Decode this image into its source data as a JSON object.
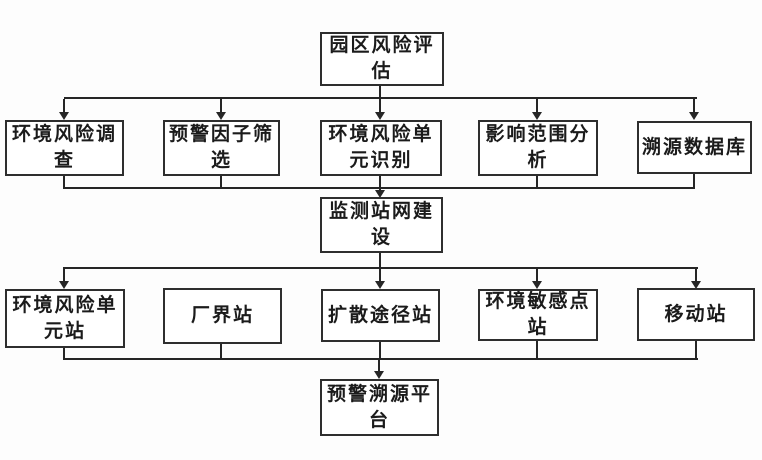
{
  "diagram": {
    "type": "flowchart",
    "colors": {
      "line": "#262626",
      "box_border": "#2e2e2e",
      "text": "#1b1b1b",
      "background": "#fdfdfd"
    },
    "nodes": {
      "park_risk_assessment": {
        "label": "园区风险评\n估"
      },
      "env_risk_survey": {
        "label": "环境风险调\n查"
      },
      "warning_factor_screening": {
        "label": "预警因子筛\n选"
      },
      "env_risk_unit_identification": {
        "label": "环境风险单\n元识别"
      },
      "impact_range_analysis": {
        "label": "影响范围分\n析"
      },
      "trace_source_database": {
        "label": "溯源数据库"
      },
      "monitoring_station_network": {
        "label": "监测站网建\n设"
      },
      "env_risk_unit_station": {
        "label": "环境风险单\n元站"
      },
      "factory_boundary_station": {
        "label": "厂界站"
      },
      "diffusion_path_station": {
        "label": "扩散途径站"
      },
      "env_sensitive_point_station": {
        "label": "环境敏感点\n站"
      },
      "mobile_station": {
        "label": "移动站"
      },
      "warning_trace_platform": {
        "label": "预警溯源平\n台"
      }
    },
    "edges": [
      {
        "from": "park_risk_assessment",
        "to": [
          "env_risk_survey",
          "warning_factor_screening",
          "env_risk_unit_identification",
          "impact_range_analysis",
          "trace_source_database"
        ]
      },
      {
        "from": [
          "env_risk_survey",
          "warning_factor_screening",
          "env_risk_unit_identification",
          "impact_range_analysis",
          "trace_source_database"
        ],
        "to": "monitoring_station_network"
      },
      {
        "from": "monitoring_station_network",
        "to": [
          "env_risk_unit_station",
          "diffusion_path_station",
          "env_sensitive_point_station",
          "mobile_station"
        ]
      },
      {
        "from": [
          "env_risk_unit_station",
          "factory_boundary_station",
          "diffusion_path_station",
          "env_sensitive_point_station",
          "mobile_station"
        ],
        "to": "warning_trace_platform"
      }
    ]
  }
}
